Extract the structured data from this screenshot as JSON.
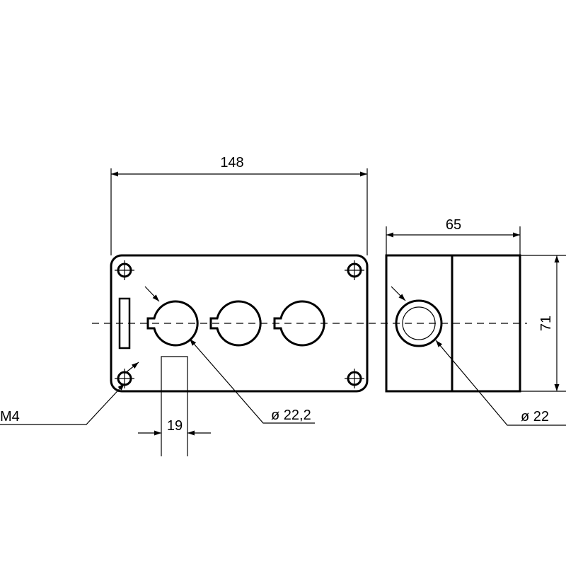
{
  "drawing": {
    "front_view": {
      "width_dim": "148",
      "spacing_dim": "19",
      "hole_dim": "ø 22,2",
      "screw_label": "M4"
    },
    "side_view": {
      "depth_dim": "65",
      "height_dim": "71",
      "hole_dim": "ø 22"
    }
  }
}
